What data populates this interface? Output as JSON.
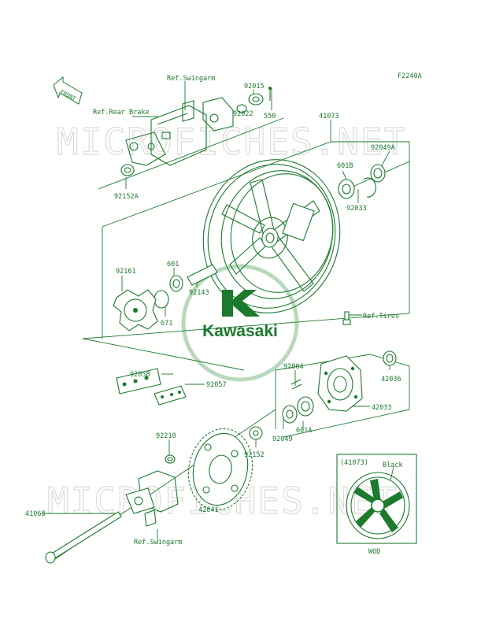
{
  "figure_code": "F2240A",
  "front_label": "FRONT",
  "watermark_text": "MICROFICHES.NET",
  "logo_text": "Kawasaki",
  "references": {
    "swingarm_top": "Ref.Swingarm",
    "rear_brake": "Ref.Rear Brake",
    "tires": "Ref.Tires",
    "swingarm_bottom": "Ref.Swingarm"
  },
  "parts": {
    "p92015": "92015",
    "p92022": "92022",
    "p550": "550",
    "p41073": "41073",
    "p92049A": "92049A",
    "p601B": "601B",
    "p92033": "92033",
    "p92152A": "92152A",
    "p601": "601",
    "p92161": "92161",
    "p92143": "92143",
    "p671": "671",
    "p92004": "92004",
    "p42036": "42036",
    "p92058": "92058",
    "p92057": "92057",
    "p42033": "42033",
    "p601A": "601A",
    "p92049": "92049",
    "p92210": "92210",
    "p92152": "92152",
    "p41068": "41068",
    "p42041": "42041"
  },
  "inset": {
    "part": "(41073)",
    "color_label": "Black",
    "code": "WOD"
  },
  "colors": {
    "line": "#1b7a2c",
    "watermark": "#d8dcd8",
    "logo": "#1b7a2c"
  }
}
